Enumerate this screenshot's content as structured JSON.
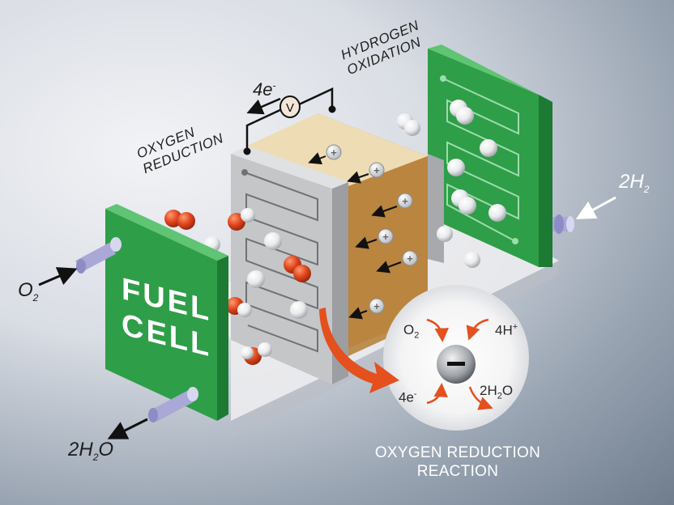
{
  "labels": {
    "oxygen_reduction": "OXYGEN REDUCTION",
    "hydrogen_oxidation": "HYDROGEN OXIDATION",
    "electrons": "4e",
    "electrons_sup": "-",
    "voltmeter": "V",
    "fuel": "FUEL",
    "cell": "CELL"
  },
  "inputs": {
    "o2_main": "O",
    "o2_sub": "2",
    "h2_main": "2H",
    "h2_sub": "2",
    "water_pre": "2H",
    "water_sub": "2",
    "water_post": "O"
  },
  "reaction": {
    "o2": "O",
    "o2_sub": "2",
    "protons": "4H",
    "protons_sup": "+",
    "electrons": "4e",
    "electrons_sup": "-",
    "water_pre": "2H",
    "water_sub": "2",
    "water_post": "O",
    "center_sign": "−",
    "caption": "OXYGEN REDUCTION REACTION"
  },
  "colors": {
    "green_plate": "#2e9e48",
    "cathode_grey": "#c5c6c8",
    "electrolyte_tan": "#d6a55c",
    "oxygen_red": "#e2471f",
    "reaction_arrow": "#e4501e"
  }
}
